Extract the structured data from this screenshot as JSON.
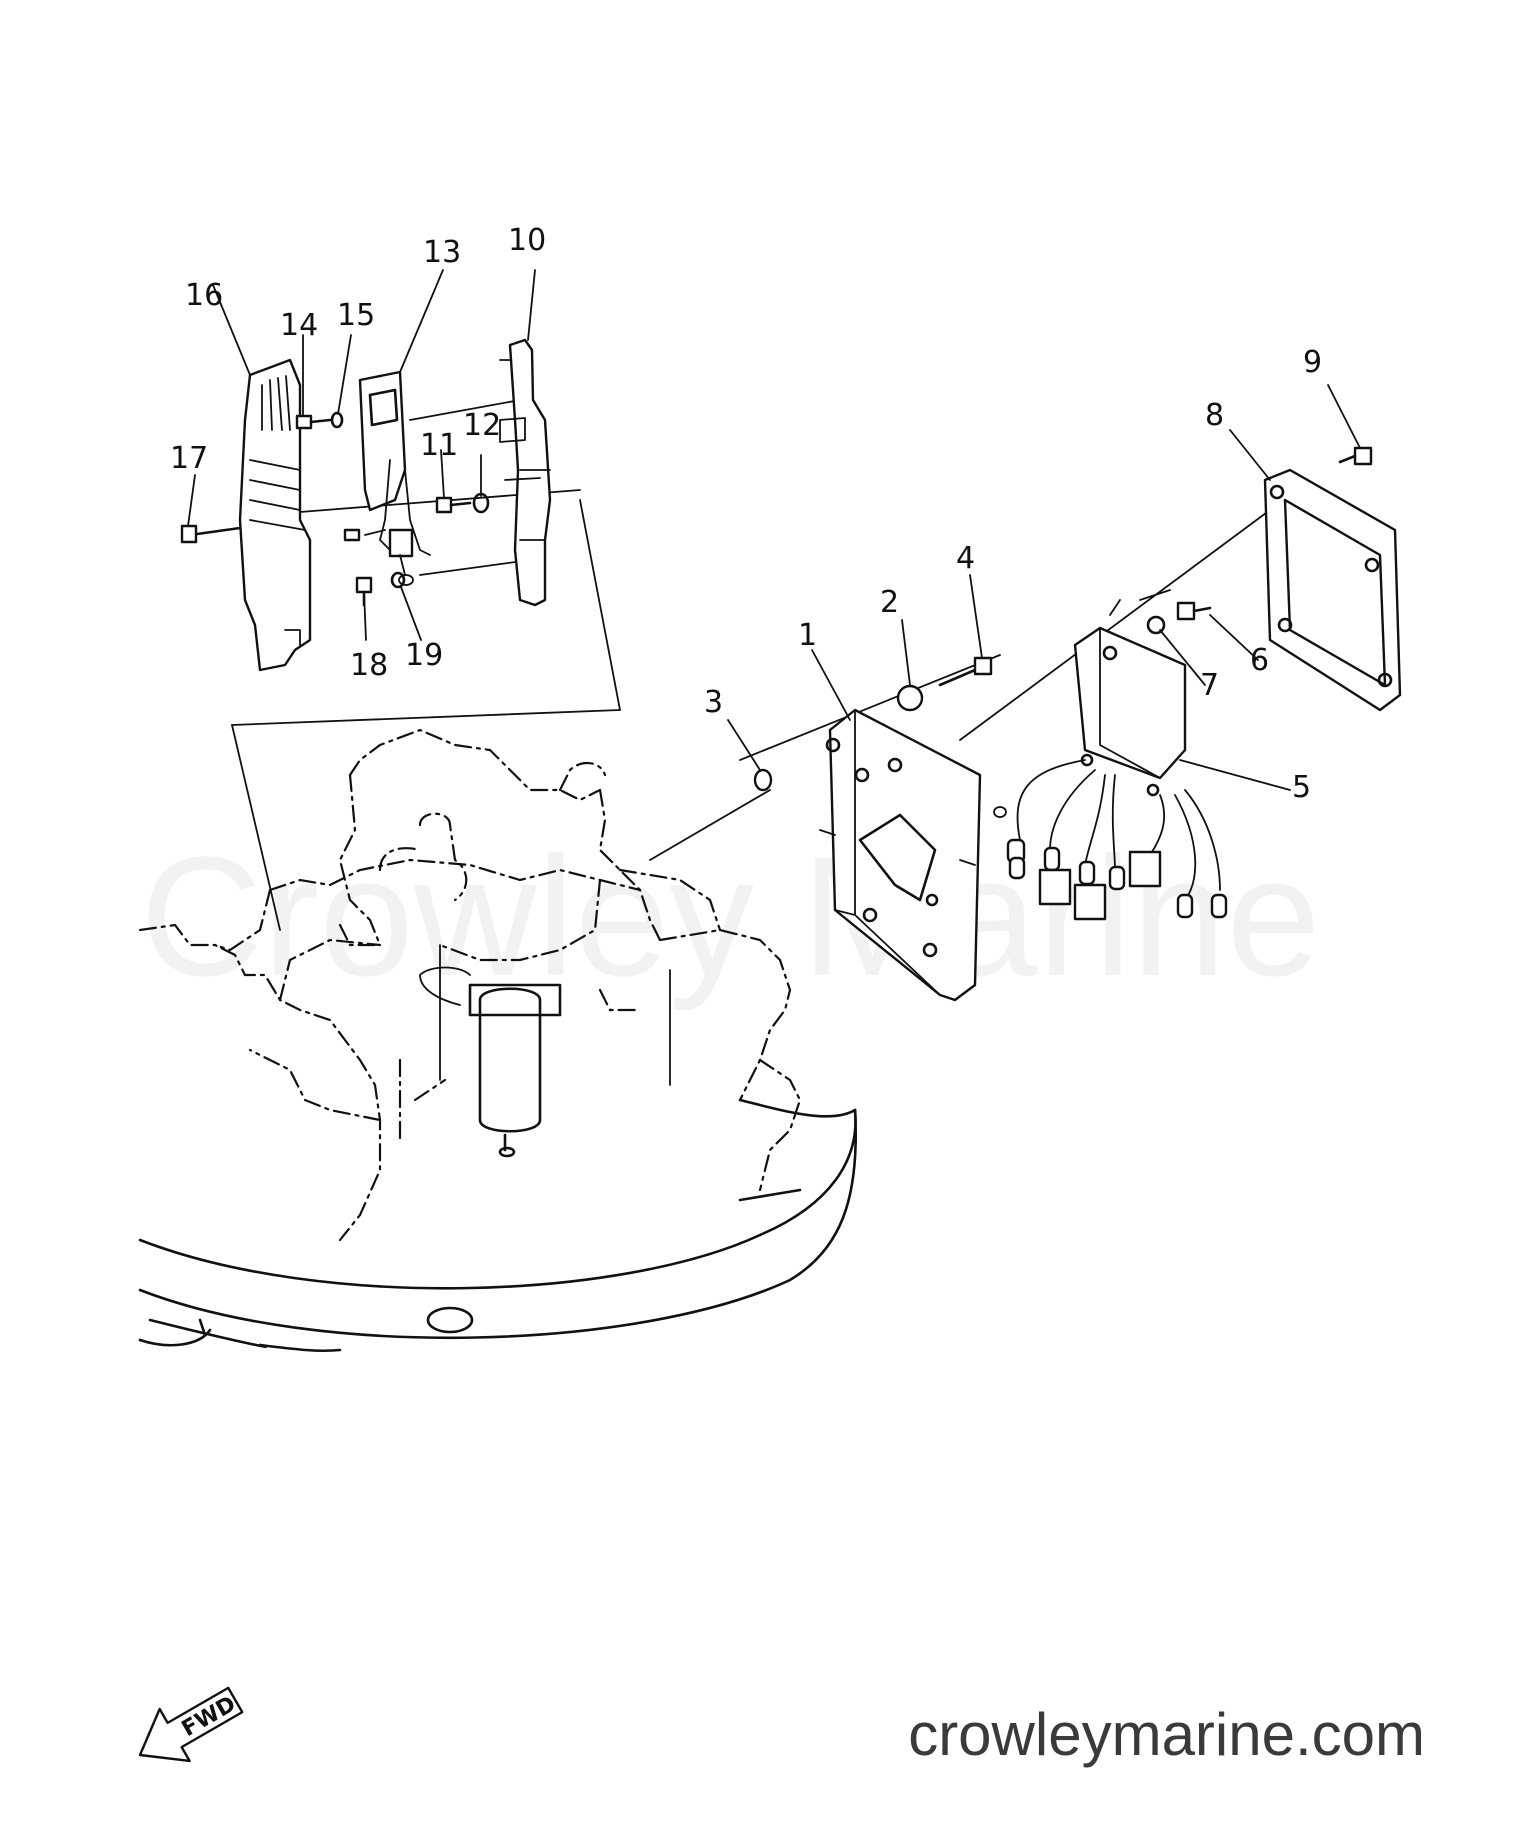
{
  "watermark": "Crowley Marine",
  "site_url": "crowleymarine.com",
  "fwd_label": "FWD",
  "callouts": [
    "1",
    "2",
    "3",
    "4",
    "5",
    "6",
    "7",
    "8",
    "9",
    "10",
    "11",
    "12",
    "13",
    "14",
    "15",
    "16",
    "17",
    "18",
    "19"
  ]
}
